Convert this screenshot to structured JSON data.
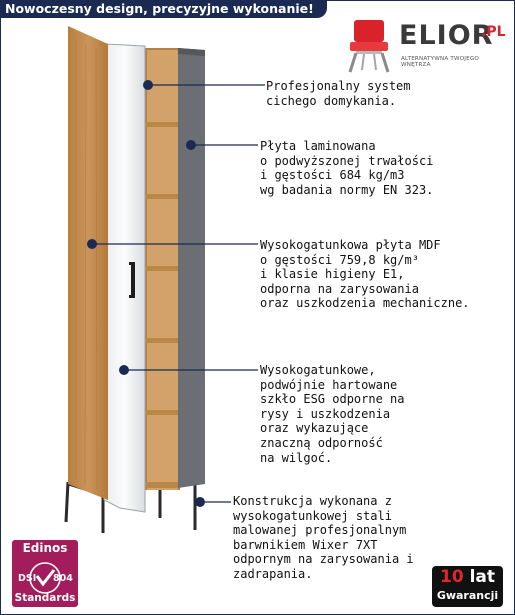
{
  "headline": "Nowoczesny design, precyzyjne wykonanie!",
  "logo": {
    "name": "ELIOR",
    "suffix": ".PL",
    "tagline": "ALTERNATYWNA TWOJEGO WNĘTRZA",
    "icon": "red-chair-icon"
  },
  "callouts": [
    {
      "text": "Profesjonalny system\ncichego domykania."
    },
    {
      "text": "Płyta laminowana\no podwyższonej trwałości\ni gęstości 684 kg/m3\nwg badania normy EN 323."
    },
    {
      "text": "Wysokogatunkowa płyta MDF\no gęstości 759,8 kg/m³\ni klasie higieny E1,\nodporna na zarysowania\noraz uszkodzenia mechaniczne."
    },
    {
      "text": "Wysokogatunkowe,\npodwójnie hartowane\nszkło ESG odporne na\nrysy i uszkodzenia\noraz wykazujące\nznaczną odporność\nna wilgoć."
    },
    {
      "text": "Konstrukcja wykonana z\nwysokogatunkowej stali\nmalowanej profesjonalnym\nbarwnikiem Wixer 7XT\nodpornym na zarysowania i\nzadrapania."
    }
  ],
  "badges": {
    "edinos": {
      "title": "Edinos",
      "dsi": "DSI",
      "number": "804",
      "standards": "Standards"
    },
    "warranty": {
      "years": "10",
      "unit": "lat",
      "label": "Gwarancji"
    }
  },
  "colors": {
    "navy": "#1b2a52",
    "oak": "#c08a4a",
    "graphite": "#6b6e72",
    "brand_red": "#d8232a",
    "edinos": "#a31c5c"
  }
}
